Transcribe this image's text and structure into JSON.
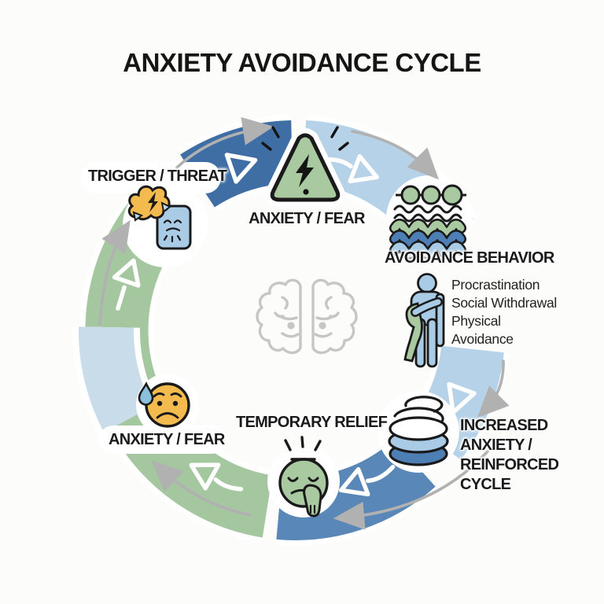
{
  "title": "ANXIETY AVOIDANCE CYCLE",
  "cycle": {
    "trigger": {
      "label": "TRIGGER / THREAT",
      "icon": "shock-event-icon"
    },
    "anxiety_fear_top": {
      "label": "ANXIETY / FEAR",
      "icon": "warning-triangle-lightning-icon"
    },
    "avoidance_behavior": {
      "label": "AVOIDANCE BEHAVIOR",
      "icon": "sinking-waves-icon",
      "secondary_icon": "withdrawn-person-icon",
      "examples": [
        "Procrastination",
        "Social Withdrawal",
        "Physical Avoidance"
      ]
    },
    "increased_anxiety": {
      "label": "INCREASED ANXIETY / REINFORCED CYCLE",
      "icon": "spiral-coil-icon"
    },
    "temporary_relief": {
      "label": "TEMPORARY RELIEF",
      "icon": "relieved-face-icon"
    },
    "anxiety_fear_bottom": {
      "label": "ANXIETY / FEAR",
      "icon": "worried-face-teardrop-icon"
    }
  },
  "center_icon": "brain-icon",
  "flow_order": [
    "TRIGGER / THREAT",
    "ANXIETY / FEAR",
    "AVOIDANCE BEHAVIOR",
    "INCREASED ANXIETY / REINFORCED CYCLE",
    "TEMPORARY RELIEF",
    "ANXIETY / FEAR"
  ],
  "colors": {
    "dark_blue": "#3f6ea4",
    "medium_blue": "#5987b8",
    "light_blue": "#b5d2e8",
    "pale_blue": "#c9dcea",
    "green": "#a4c7a0",
    "icon_green": "#a9c9a1",
    "icon_blue": "#a9cbe5",
    "wave_blue": "#4d7fb5",
    "yellow": "#f3ba4e",
    "tear_blue": "#8cbede",
    "arrow_gray": "#b1b1b1",
    "brain_gray": "#c6c6c6",
    "text": "#1a1a1a"
  }
}
